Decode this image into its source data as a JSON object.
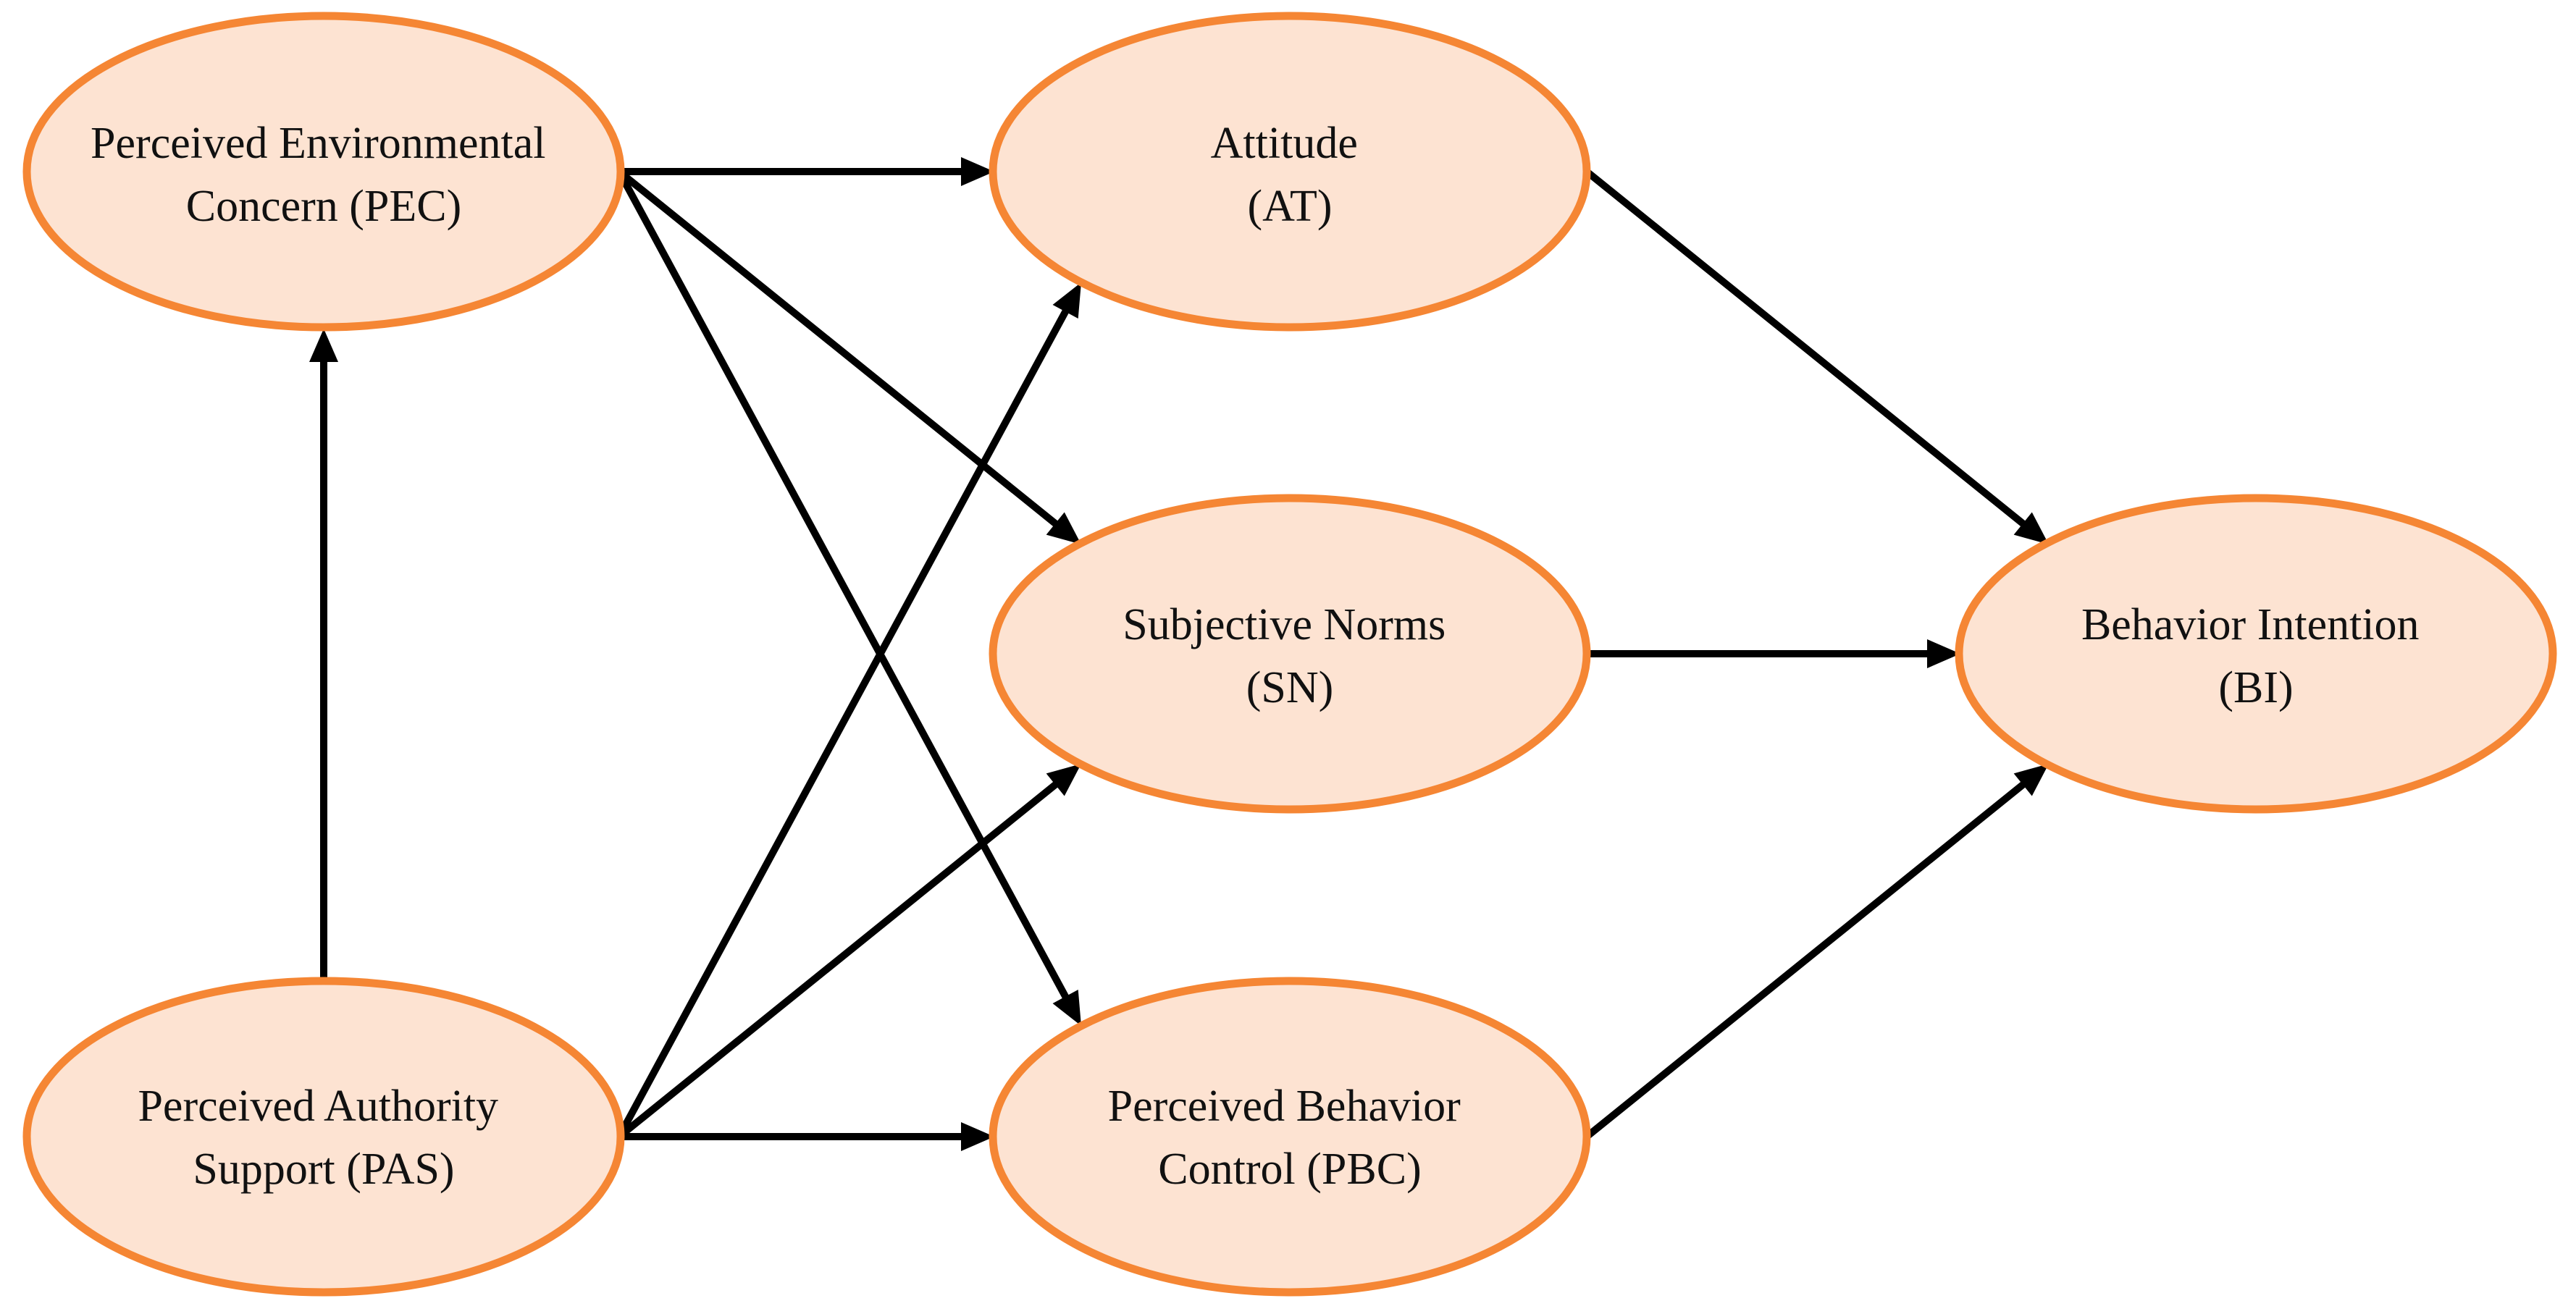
{
  "diagram": {
    "nodes": [
      {
        "id": "PEC",
        "lines": [
          "Perceived Environmental",
          "Concern (PEC)"
        ]
      },
      {
        "id": "PAS",
        "lines": [
          "Perceived Authority",
          "Support (PAS)"
        ]
      },
      {
        "id": "AT",
        "lines": [
          "Attitude",
          "(AT)"
        ]
      },
      {
        "id": "SN",
        "lines": [
          "Subjective Norms",
          "(SN)"
        ]
      },
      {
        "id": "PBC",
        "lines": [
          "Perceived Behavior",
          "Control (PBC)"
        ]
      },
      {
        "id": "BI",
        "lines": [
          "Behavior Intention",
          "(BI)"
        ]
      }
    ],
    "edges": [
      {
        "from": "PAS",
        "to": "PEC"
      },
      {
        "from": "PEC",
        "to": "AT"
      },
      {
        "from": "PEC",
        "to": "SN"
      },
      {
        "from": "PEC",
        "to": "PBC"
      },
      {
        "from": "PAS",
        "to": "AT"
      },
      {
        "from": "PAS",
        "to": "SN"
      },
      {
        "from": "PAS",
        "to": "PBC"
      },
      {
        "from": "AT",
        "to": "BI"
      },
      {
        "from": "SN",
        "to": "BI"
      },
      {
        "from": "PBC",
        "to": "BI"
      }
    ],
    "colors": {
      "node_fill": "#fde3d2",
      "node_border": "#f58634",
      "edge": "#000000",
      "text": "#111111"
    }
  }
}
